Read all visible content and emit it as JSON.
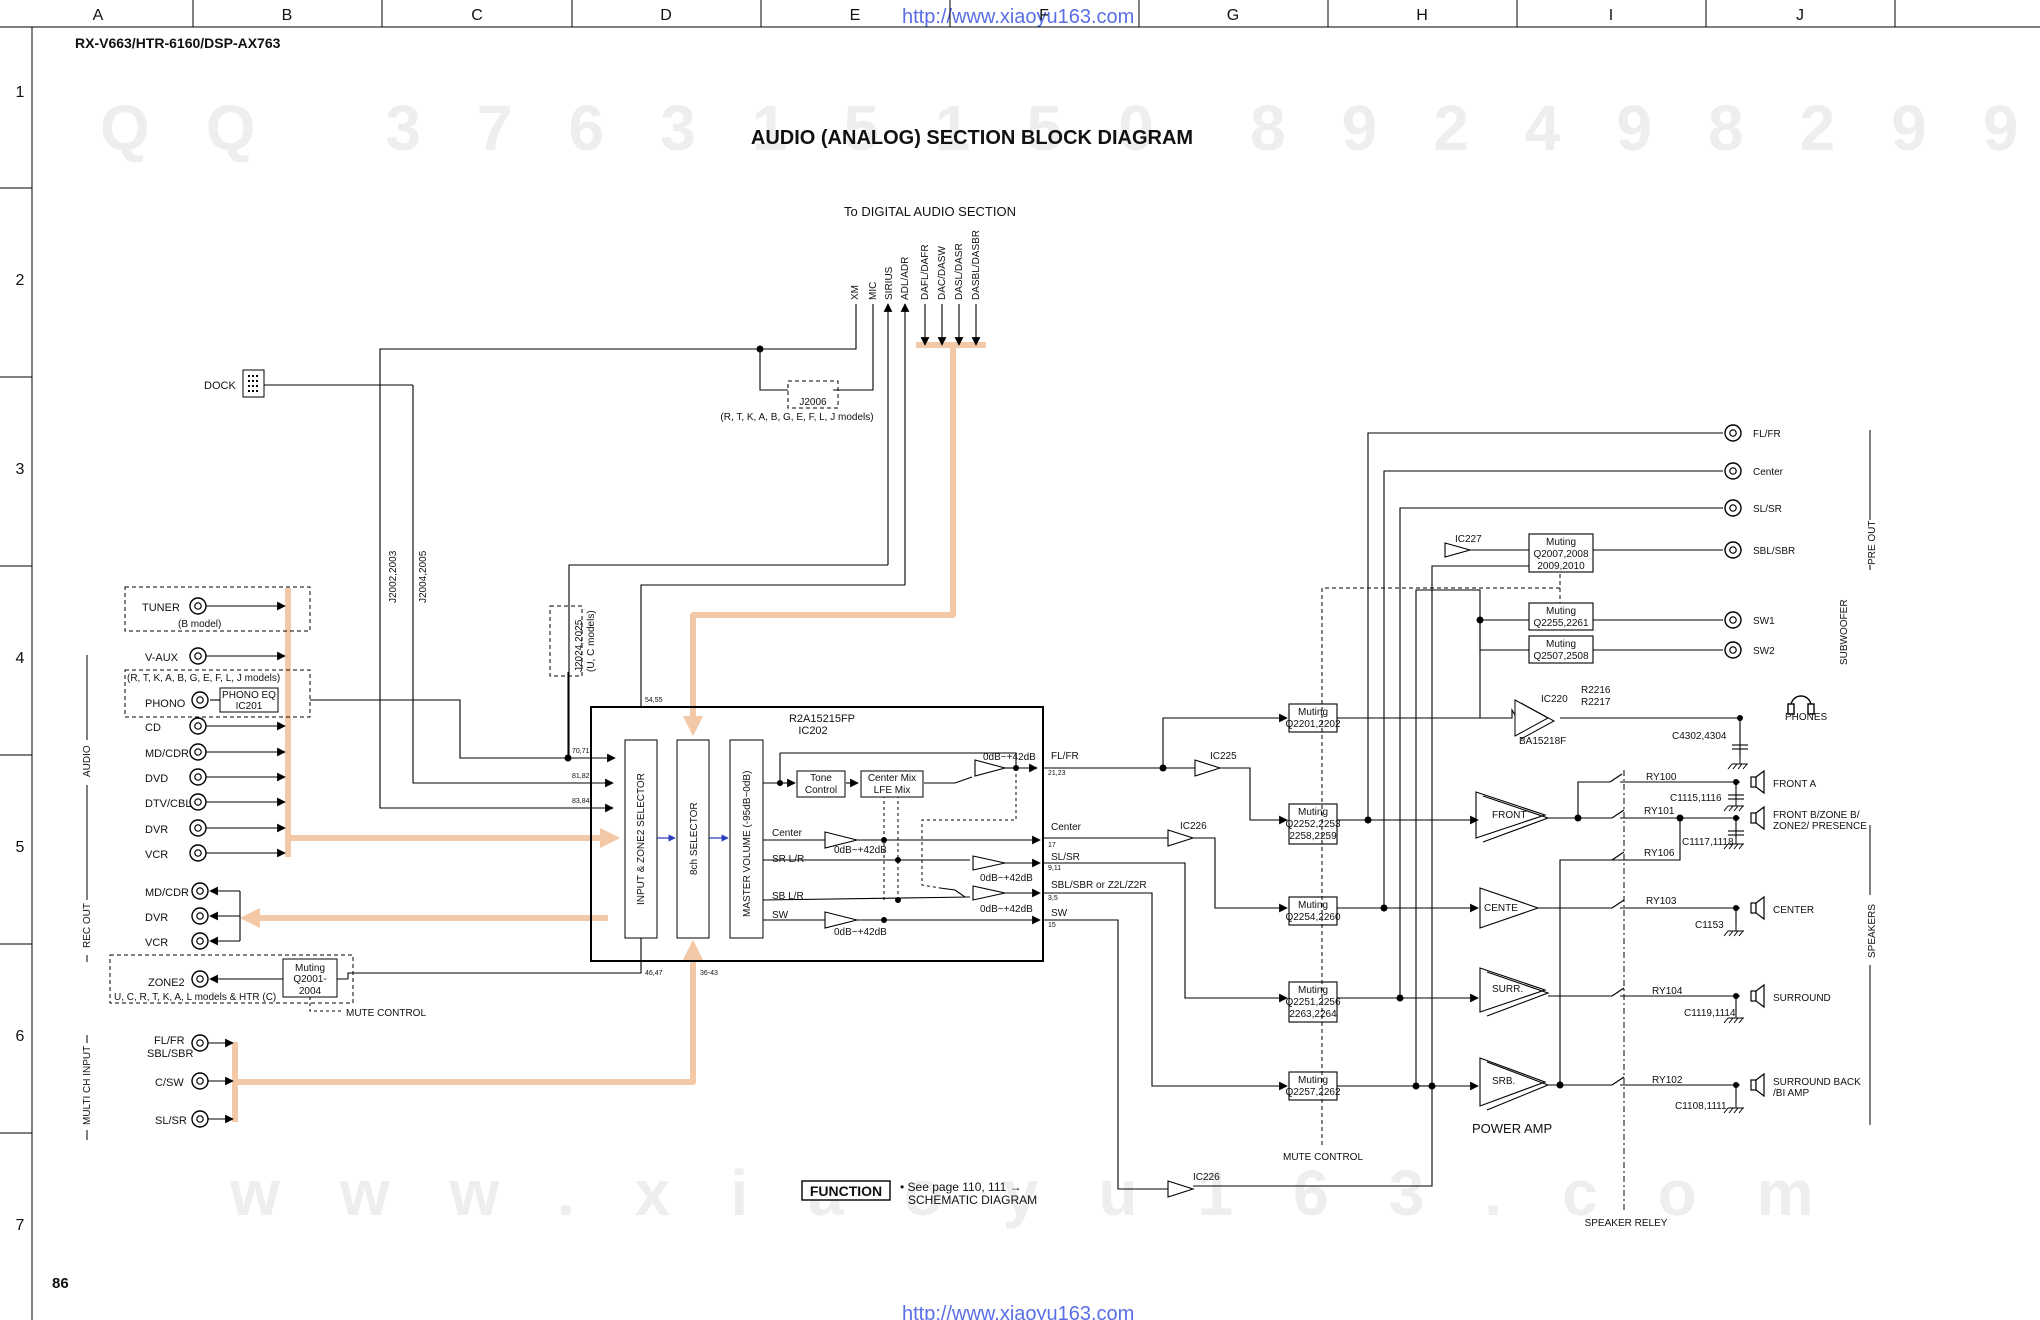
{
  "header": {
    "model": "RX-V663/HTR-6160/DSP-AX763",
    "page_number": "86",
    "title": "AUDIO (ANALOG) SECTION BLOCK DIAGRAM"
  },
  "watermarks": {
    "url": "http://www.xiaoyu163.com",
    "url_bottom": "http://www.xiaoyu163.com"
  },
  "grid": {
    "columns": [
      "A",
      "B",
      "C",
      "D",
      "E",
      "F",
      "G",
      "H",
      "I",
      "J"
    ],
    "rows": [
      "1",
      "2",
      "3",
      "4",
      "5",
      "6",
      "7"
    ]
  },
  "digital": {
    "heading": "To DIGITAL AUDIO SECTION",
    "lines": [
      "XM",
      "MIC",
      "SIRIUS",
      "ADL/ADR",
      "DAFL/DAFR",
      "DAC/DASW",
      "DASL/DASR",
      "DASBL/DASBR"
    ]
  },
  "dock": {
    "label": "DOCK",
    "jack": "J2006",
    "jack_models": "(R, T, K, A, B, G, E, F, L, J models)"
  },
  "jacks": {
    "j2002": "J2002,2003",
    "j2004": "J2004,2005",
    "j2024": "J2024,2025",
    "j2024_models": "(U, C models)"
  },
  "inputs": {
    "tuner": "TUNER",
    "tuner_note": "(B model)",
    "vaux": "V-AUX",
    "vaux_note": "(R, T, K, A, B, G, E, F, L, J models)",
    "phono": "PHONO",
    "phono_eq": "PHONO EQ",
    "phono_ic": "IC201",
    "cd": "CD",
    "mdcdr": "MD/CDR",
    "dvd": "DVD",
    "dtvcbl": "DTV/CBL",
    "dvr": "DVR",
    "vcr": "VCR",
    "audio_group": "AUDIO"
  },
  "rec_out": {
    "group": "REC OUT",
    "mdcdr": "MD/CDR",
    "dvr": "DVR",
    "vcr": "VCR"
  },
  "zone2": {
    "label": "ZONE2",
    "models": "U, C, R, T, K, A, L models & HTR (C)",
    "muting": "Muting",
    "muting_q": "Q2001-",
    "muting_q2": "2004",
    "mute_control": "MUTE CONTROL"
  },
  "multi": {
    "group": "MULTI CH INPUT",
    "flfr": "FL/FR",
    "sblsbr": "SBL/SBR",
    "csw": "C/SW",
    "slsr": "SL/SR"
  },
  "ic202": {
    "name": "R2A15215FP",
    "ic": "IC202",
    "selector1": "INPUT & ZONE2 SELECTOR",
    "selector2": "8ch SELECTOR",
    "volume": "MASTER VOLUME  (-95dB~0dB)",
    "tone1": "Tone",
    "tone2": "Control",
    "mix1": "Center Mix",
    "mix2": "LFE Mix",
    "gain": "0dB~+42dB",
    "center": "Center",
    "srlr": "SR L/R",
    "sblr": "SB L/R",
    "sw": "SW",
    "pins": {
      "p5455": "54,55",
      "p7071": "70,71",
      "p8182": "81,82",
      "p8384": "83,84",
      "p4647": "46,47",
      "p3643": "36-43",
      "p2123": "21,23",
      "p17": "17",
      "p911": "9,11",
      "p35": "3,5",
      "p15": "15"
    }
  },
  "outputs": {
    "flfr": "FL/FR",
    "center": "Center",
    "slsr": "SL/SR",
    "sbl": "SBL/SBR or Z2L/Z2R",
    "sw": "SW"
  },
  "pre_out": {
    "group": "PRE OUT",
    "flfr": "FL/FR",
    "center": "Center",
    "slsr": "SL/SR",
    "sblsbr": "SBL/SBR",
    "sw1": "SW1",
    "sw2": "SW2",
    "subwoofer": "SUBWOOFER"
  },
  "ics": {
    "ic227": "IC227",
    "ic225": "IC225",
    "ic226a": "IC226",
    "ic226b": "IC226",
    "ic220": "IC220",
    "ba": "BA15218F",
    "r2216": "R2216",
    "r2217": "R2217",
    "c4302": "C4302,4304"
  },
  "mutings": {
    "word": "Muting",
    "m2007a": "Q2007,2008",
    "m2007b": "2009,2010",
    "m2255": "Q2255,2261",
    "m2507": "Q2507,2508",
    "m2201": "Q2201,2202",
    "m2252a": "Q2252,2253",
    "m2252b": "2258,2259",
    "m2254": "Q2254,2260",
    "m2251a": "Q2251,2256",
    "m2251b": "2263,2264",
    "m2257": "Q2257,2262",
    "mute_control": "MUTE CONTROL"
  },
  "amps": {
    "front": "FRONT",
    "center": "CENTE",
    "surr": "SURR.",
    "srb": "SRB.",
    "power": "POWER AMP"
  },
  "relays": {
    "ry100": "RY100",
    "ry101": "RY101",
    "ry106": "RY106",
    "ry103": "RY103",
    "ry104": "RY104",
    "ry102": "RY102",
    "speaker_relay": "SPEAKER RELEY"
  },
  "caps": {
    "c1115": "C1115,1116",
    "c1117": "C1117,1118",
    "c1153": "C1153",
    "c1119": "C1119,1114",
    "c1108": "C1108,1111"
  },
  "speakers": {
    "group": "SPEAKERS",
    "phones": "PHONES",
    "front_a": "FRONT A",
    "front_b1": "FRONT B/ZONE B/",
    "front_b2": "ZONE2/ PRESENCE",
    "center": "CENTER",
    "surround": "SURROUND",
    "back1": "SURROUND BACK",
    "back2": "/BI AMP"
  },
  "function": {
    "label": "FUNCTION",
    "note1": "• See page 110, 111 →",
    "note2": "SCHEMATIC DIAGRAM"
  }
}
